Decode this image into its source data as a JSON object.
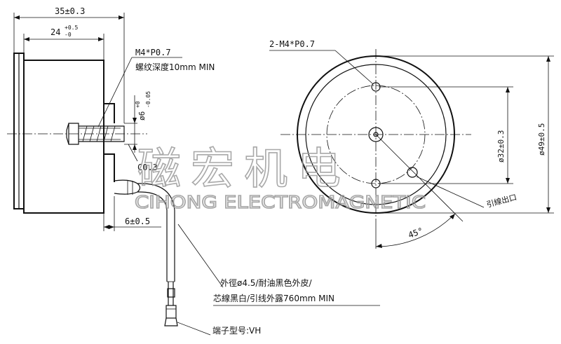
{
  "side_view": {
    "dim_total_length": "35±0.3",
    "dim_body_length_base": "24",
    "dim_body_length_upper_tol": "+0.5",
    "dim_body_length_lower_tol": "-0",
    "thread_label_1": "M4*P0.7",
    "thread_label_2": "螺纹深度10mm MIN",
    "dim_bore_base": "ø6",
    "dim_bore_upper_tol": "+0",
    "dim_bore_lower_tol": "-0.05",
    "chamfer_label": "C0.3",
    "dim_lead_offset": "6±0.5"
  },
  "front_view": {
    "thread_holes_label": "2-M4*P0.7",
    "dim_pcd": "ø32±0.3",
    "dim_outer_diameter": "ø49±0.5",
    "lead_exit_label": "引線出口",
    "angle_label": "45°"
  },
  "cable": {
    "spec_line_1": "外徑ø4.5/耐油黑色外皮/",
    "spec_line_2": "芯線黑白/引线外露760mm MIN",
    "connector_label": "端子型号:VH"
  },
  "watermark": {
    "cn_text": "磁宏机电",
    "en_text": "CIHONG ELECTROMAGNETIC"
  }
}
